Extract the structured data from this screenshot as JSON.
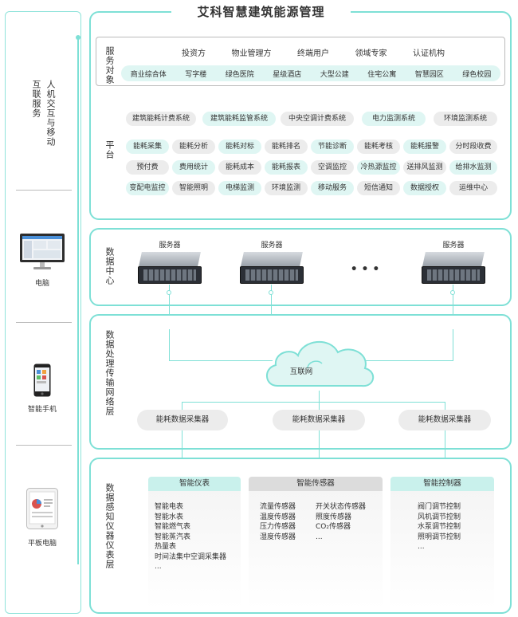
{
  "title": "艾科智慧建筑能源管理",
  "left": {
    "vertical_a": "人机交互与移动",
    "vertical_b": "互联服务",
    "devices": [
      {
        "label": "电脑",
        "icon": "monitor-icon"
      },
      {
        "label": "智能手机",
        "icon": "smartphone-icon"
      },
      {
        "label": "平板电脑",
        "icon": "tablet-icon"
      }
    ]
  },
  "service": {
    "label": "服务对象",
    "row1": [
      "投资方",
      "物业管理方",
      "终端用户",
      "领域专家",
      "认证机构"
    ],
    "row2": [
      "商业综合体",
      "写字楼",
      "绿色医院",
      "星级酒店",
      "大型公建",
      "住宅公寓",
      "智慧园区",
      "绿色校园"
    ]
  },
  "platform": {
    "label": "平台",
    "systems": [
      "建筑能耗计费系统",
      "建筑能耗监管系统",
      "中央空调计费系统",
      "电力监测系统",
      "环境监测系统"
    ],
    "row1": [
      "能耗采集",
      "能耗分析",
      "能耗对标",
      "能耗排名",
      "节能诊断",
      "能耗考核",
      "能耗报警",
      "分时段收费"
    ],
    "row2": [
      "预付费",
      "费用统计",
      "能耗成本",
      "能耗报表",
      "空调监控",
      "冷热源监控",
      "送排风监测",
      "给排水监测"
    ],
    "row3": [
      "变配电监控",
      "智能照明",
      "电梯监测",
      "环境监测",
      "移动服务",
      "短信通知",
      "数据授权",
      "运维中心"
    ]
  },
  "datacenter": {
    "label": "数据中心",
    "servers": [
      "服务器",
      "服务器",
      "服务器"
    ],
    "ellipsis": "• • •"
  },
  "network": {
    "label": "数据处理传输网络层",
    "cloud": "互联网",
    "collectors": [
      "能耗数据采集器",
      "能耗数据采集器",
      "能耗数据采集器"
    ]
  },
  "sensing": {
    "label": "数据感知仪器仪表层",
    "meters": {
      "title": "智能仪表",
      "items": [
        "智能电表",
        "智能水表",
        "智能燃气表",
        "智能蒸汽表",
        "热量表",
        "时间法集中空调采集器",
        "..."
      ]
    },
    "sensors": {
      "title": "智能传感器",
      "col1": [
        "流量传感器",
        "温度传感器",
        "压力传感器",
        "湿度传感器"
      ],
      "col2": [
        "开关状态传感器",
        "照度传感器",
        "CO₂传感器",
        "..."
      ]
    },
    "controllers": {
      "title": "智能控制器",
      "items": [
        "阀门调节控制",
        "风机调节控制",
        "水泵调节控制",
        "照明调节控制",
        "..."
      ]
    }
  }
}
